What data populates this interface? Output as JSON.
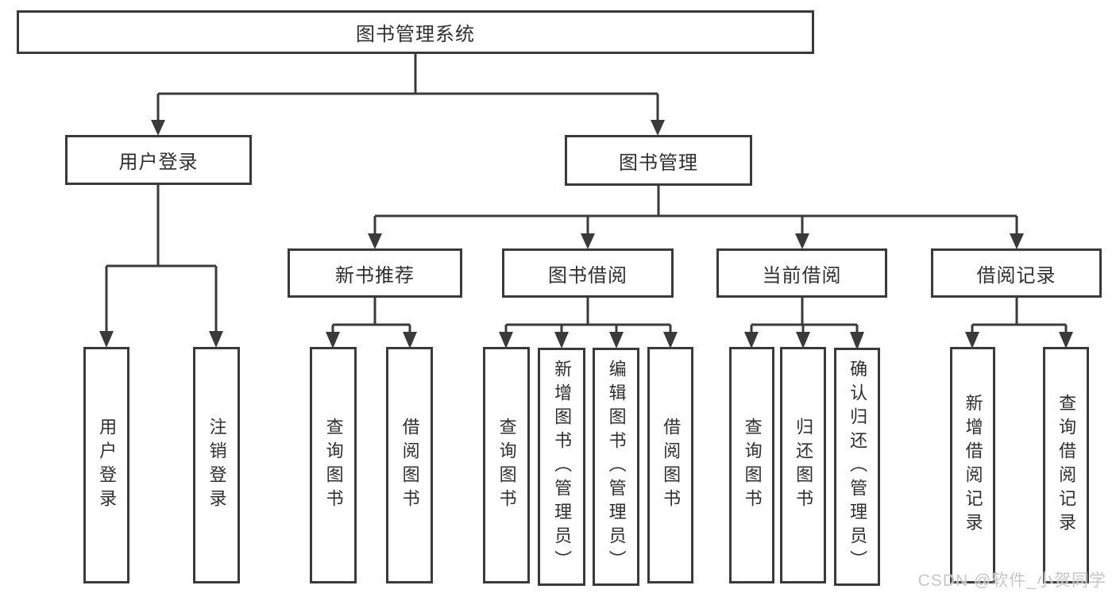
{
  "tree": {
    "root": {
      "label": "图书管理系统"
    },
    "user_login": {
      "label": "用户登录",
      "children": [
        "用户登录",
        "注销登录"
      ]
    },
    "book_mgmt": {
      "label": "图书管理",
      "modules": {
        "new_book": {
          "label": "新书推荐",
          "children": [
            "查询图书",
            "借阅图书"
          ]
        },
        "borrow": {
          "label": "图书借阅",
          "children": [
            "查询图书",
            "新增图书（管理员）",
            "编辑图书（管理员）",
            "借阅图书"
          ]
        },
        "current": {
          "label": "当前借阅",
          "children": [
            "查询图书",
            "归还图书",
            "确认归还（管理员）"
          ]
        },
        "records": {
          "label": "借阅记录",
          "children": [
            "新增借阅记录",
            "查询借阅记录"
          ]
        }
      }
    }
  },
  "watermark": "CSDN @软件_小贺同学",
  "colors": {
    "line": "#3a3a3a",
    "text": "#2f2f2f",
    "watermark": "#c6c6c6",
    "background": "#ffffff"
  }
}
